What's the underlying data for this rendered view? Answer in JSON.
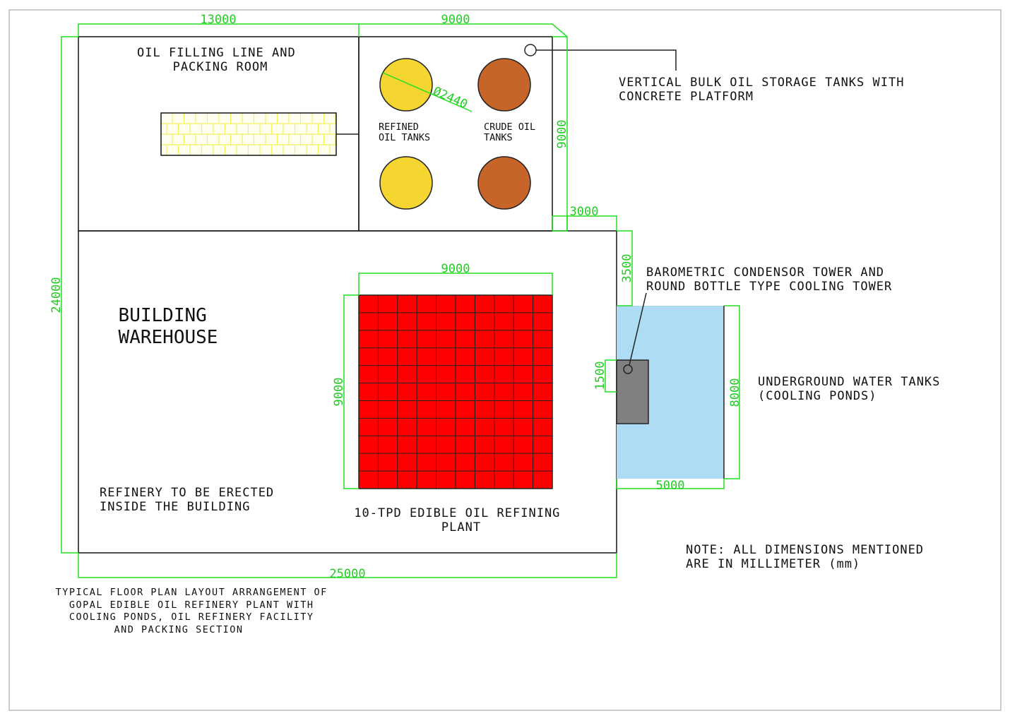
{
  "title": "Typical floor plan layout arrangement of Gopal edible oil refinery plant",
  "rooms": {
    "packing_room": [
      "OIL FILLING LINE AND",
      "PACKING ROOM"
    ],
    "refined_tanks": [
      "REFINED",
      "OIL TANKS"
    ],
    "crude_tanks": [
      "CRUDE OIL",
      "TANKS"
    ],
    "warehouse": [
      "BUILDING",
      "WAREHOUSE"
    ],
    "refinery_note": [
      "REFINERY TO BE ERECTED",
      "INSIDE THE BUILDING"
    ],
    "plant": [
      "10-TPD EDIBLE OIL REFINING",
      "PLANT"
    ]
  },
  "callouts": {
    "vertical_tanks": [
      "VERTICAL BULK OIL STORAGE TANKS WITH",
      "CONCRETE PLATFORM"
    ],
    "condenser": [
      "BAROMETRIC CONDENSOR TOWER AND",
      "ROUND BOTTLE TYPE COOLING TOWER"
    ],
    "water_tanks": [
      "UNDERGROUND WATER TANKS",
      "(COOLING PONDS)"
    ],
    "note": [
      "NOTE: ALL DIMENSIONS MENTIONED",
      "ARE IN MILLIMETER (mm)"
    ]
  },
  "dimensions": {
    "top_left": "13000",
    "top_right": "9000",
    "right_tanks": "9000",
    "left_total": "24000",
    "bottom_total": "25000",
    "gap": "3000",
    "side_gap": "3500",
    "plant_width": "9000",
    "plant_height": "9000",
    "tower": "1500",
    "pond_height": "8000",
    "pond_width": "5000",
    "tank_diameter": "Ø2440"
  },
  "caption": [
    "TYPICAL FLOOR PLAN LAYOUT ARRANGEMENT OF",
    "GOPAL EDIBLE OIL REFINERY PLANT WITH",
    "COOLING PONDS, OIL REFINERY FACILITY",
    "AND PACKING SECTION"
  ],
  "colors": {
    "refined": "#f5d530",
    "crude": "#c6642a",
    "plant": "#ff0000",
    "pond": "#aedcf4",
    "tower": "#808080",
    "dimension": "#22dd22"
  }
}
